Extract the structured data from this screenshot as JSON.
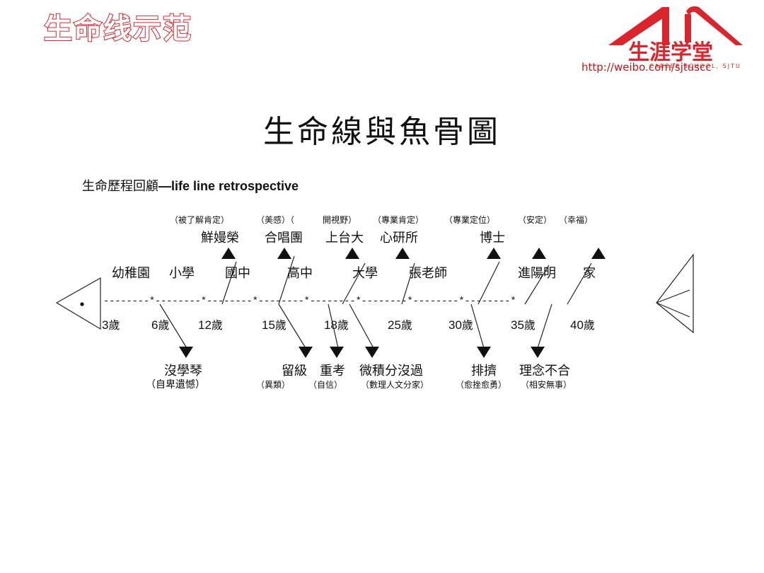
{
  "header": {
    "title": "生命线示范",
    "logo_text": "生涯学堂",
    "logo_sub": "CAREER SCHOOL, SJTU",
    "url": "http://weibo.com/sjtuscc"
  },
  "main_title": "生命線與魚骨圖",
  "subtitle": {
    "prefix": "生命歷程回顧",
    "suffix": "—life line retrospective"
  },
  "upper_events": [
    {
      "label": "鮮嫚榮",
      "note": "（被了解肯定）"
    },
    {
      "label": "合唱團",
      "note": "（美感）（"
    },
    {
      "label": "上台大",
      "note": "開視野）"
    },
    {
      "label": "心研所",
      "note": "（專業肯定）"
    },
    {
      "label": "博士",
      "note": "（專業定位）"
    },
    {
      "label": "",
      "note": "（安定）"
    },
    {
      "label": "",
      "note": "（幸福）"
    }
  ],
  "timeline_labels": [
    "幼稚園",
    "小學",
    "國中",
    "高中",
    "大學",
    "張老師",
    "進陽明",
    "家"
  ],
  "ages": [
    {
      "num": "3",
      "unit": "歲"
    },
    {
      "num": "6",
      "unit": "歲"
    },
    {
      "num": "12",
      "unit": "歲"
    },
    {
      "num": "15",
      "unit": "歲"
    },
    {
      "num": "18",
      "unit": "歲"
    },
    {
      "num": "25",
      "unit": "歲"
    },
    {
      "num": "30",
      "unit": "歲"
    },
    {
      "num": "35",
      "unit": "歲"
    },
    {
      "num": "40",
      "unit": "歲"
    }
  ],
  "lower_events": [
    {
      "label": "沒學琴",
      "note": "（自卑遺憾）"
    },
    {
      "label": "留級",
      "note": "（異類）"
    },
    {
      "label": "重考",
      "note": "（自信）"
    },
    {
      "label": "微積分沒過",
      "note": "（數理人文分家）"
    },
    {
      "label": "排擠",
      "note": "（愈挫愈勇）"
    },
    {
      "label": "理念不合",
      "note": "（相安無事）"
    }
  ],
  "timeline_axis": "--------*--------*--------*--------*--------*--------*--------*--------*",
  "colors": {
    "brand_red": "#d9252b",
    "line": "#222222"
  }
}
